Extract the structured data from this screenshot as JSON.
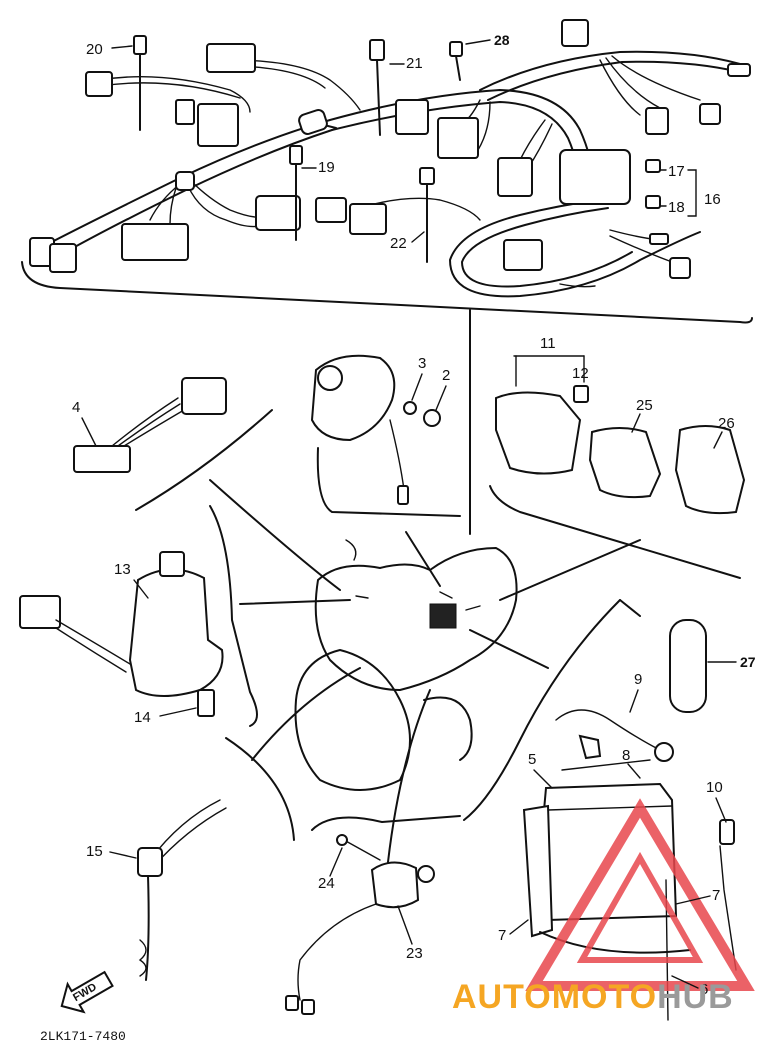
{
  "diagram": {
    "part_labels": [
      "20",
      "21",
      "28",
      "19",
      "17",
      "18",
      "16",
      "22",
      "11",
      "12",
      "25",
      "26",
      "3",
      "2",
      "4",
      "13",
      "14",
      "27",
      "9",
      "8",
      "5",
      "10",
      "7",
      "7",
      "6",
      "15",
      "24",
      "23"
    ],
    "code": "2LK171-7480",
    "fwd_label": "FWD"
  },
  "watermark": {
    "text_part1": "AUTOMOTO",
    "text_part2": "HUB",
    "color_orange": "#f5a623",
    "color_red": "#e8474c",
    "color_gray": "#9a9a9a"
  }
}
